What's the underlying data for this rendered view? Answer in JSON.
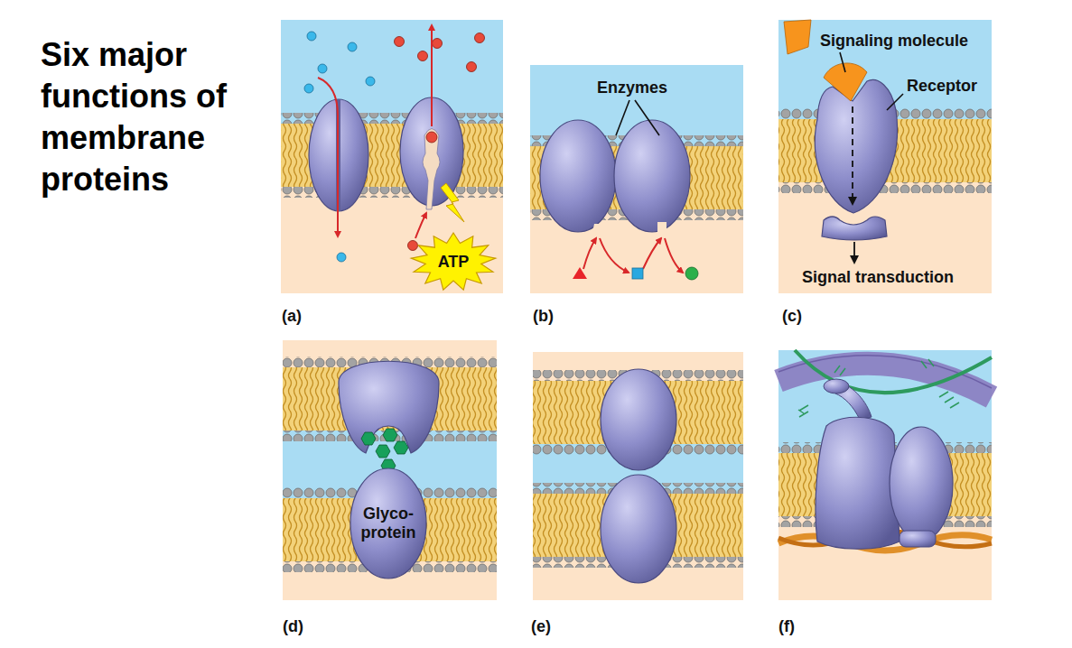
{
  "diagram": {
    "title": "Six major functions of membrane proteins",
    "nodes": [
      {
        "text": [
          "ATP"
        ]
      },
      {
        "text": [
          "Glyco- protein"
        ]
      }
    ],
    "labels": [
      "(a)",
      "Enzymes",
      "(b)",
      "Signaling molecule",
      "Receptor",
      "Signal transduction",
      "(c)",
      "(d)",
      "(e)",
      "(f)"
    ]
  }
}
